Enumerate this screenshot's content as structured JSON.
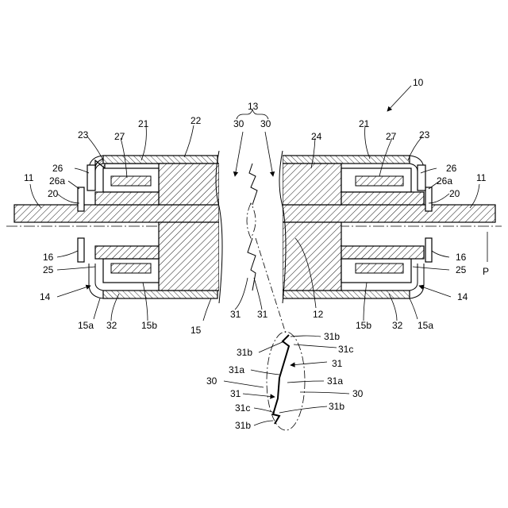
{
  "labels": {
    "l10": "10",
    "l11_left": "11",
    "l11_right": "11",
    "l12": "12",
    "l13": "13",
    "l14_left": "14",
    "l14_right": "14",
    "l15": "15",
    "l15a_left": "15a",
    "l15a_right": "15a",
    "l15b_left": "15b",
    "l15b_right": "15b",
    "l16_left": "16",
    "l16_right": "16",
    "l20_left": "20",
    "l20_right": "20",
    "l21_left": "21",
    "l21_right": "21",
    "l22": "22",
    "l23_left": "23",
    "l23_right": "23",
    "l24": "24",
    "l25_left": "25",
    "l25_right": "25",
    "l26_left": "26",
    "l26_right": "26",
    "l26a_left": "26a",
    "l26a_right": "26a",
    "l27_left": "27",
    "l27_right": "27",
    "l30_top_left": "30",
    "l30_top_right": "30",
    "l31_bottom_left": "31",
    "l31_bottom_right": "31",
    "l32_left": "32",
    "l32_right": "32",
    "lP": "P"
  },
  "detail_labels": {
    "d31b_top_right": "31b",
    "d31b_top_left": "31b",
    "d31c_right": "31c",
    "d31_right": "31",
    "d31a_left": "31a",
    "d31a_right": "31a",
    "d30_left": "30",
    "d30_right": "30",
    "d31_left": "31",
    "d31c_left": "31c",
    "d31b_bottom_right": "31b",
    "d31b_bottom_left": "31b"
  }
}
